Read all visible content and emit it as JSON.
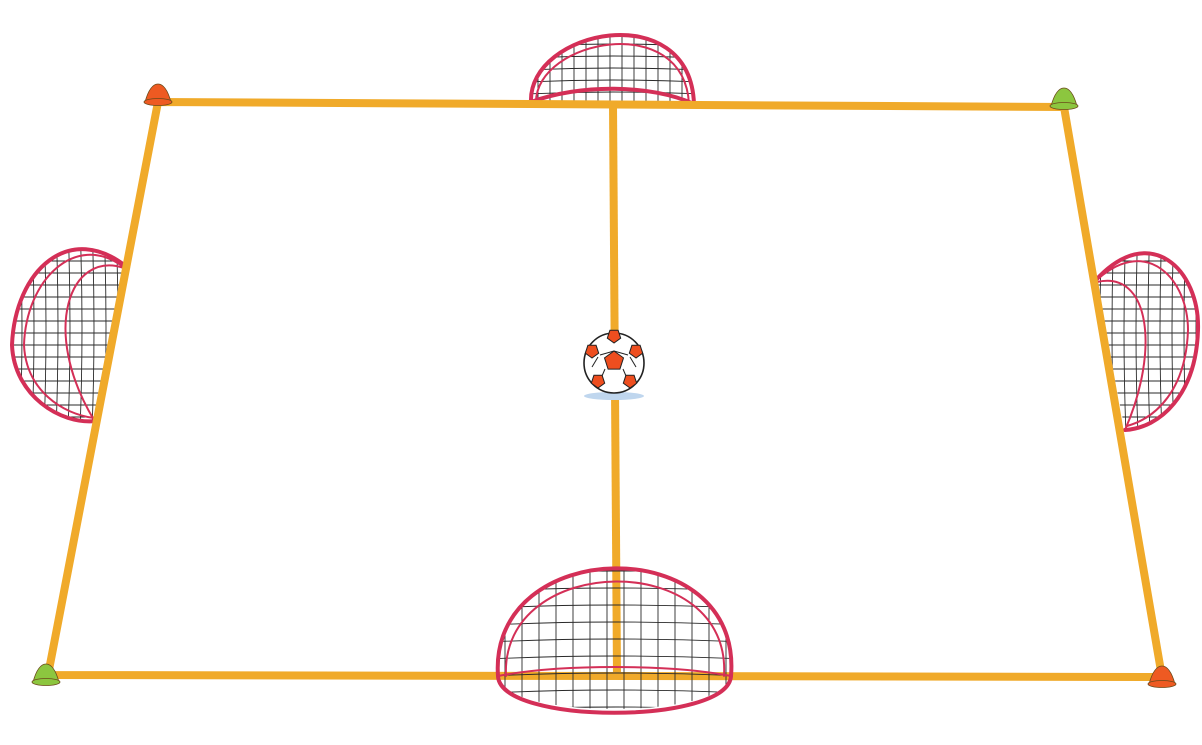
{
  "diagram": {
    "colors": {
      "field_line": "#F0AA2A",
      "field_line_edge": "#C98A12",
      "goal_frame": "#D42F57",
      "goal_net": "#2A2A2A",
      "cone_orange": "#EE5A22",
      "cone_green": "#8CC63F",
      "ball_patch": "#EE4E1F",
      "ball_shadow": "#BFD6EE"
    },
    "cones": [
      {
        "corner": "top-left",
        "color": "orange"
      },
      {
        "corner": "top-right",
        "color": "green"
      },
      {
        "corner": "bottom-left",
        "color": "green"
      },
      {
        "corner": "bottom-right",
        "color": "orange"
      }
    ],
    "goals": [
      {
        "side": "top",
        "count": 1
      },
      {
        "side": "left",
        "count": 1
      },
      {
        "side": "right",
        "count": 1
      },
      {
        "side": "bottom",
        "count": 1
      }
    ],
    "center_line": true,
    "ball": {
      "position": "center"
    }
  }
}
